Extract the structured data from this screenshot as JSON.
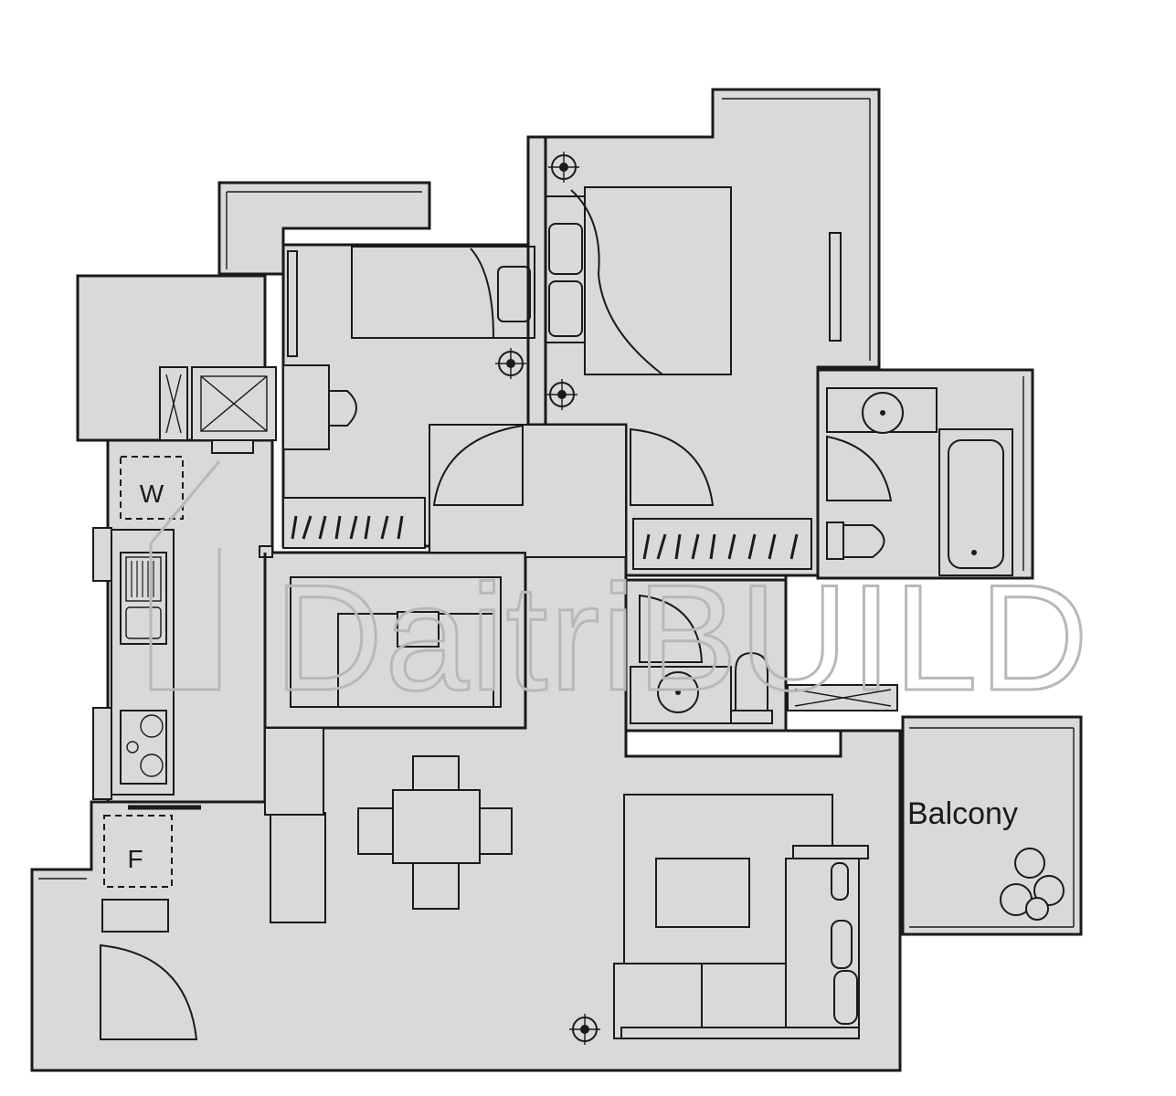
{
  "plan": {
    "labels": {
      "washer": "W",
      "fridge": "F",
      "balcony": "Balcony"
    },
    "watermark": "DaitriBUILD",
    "colors": {
      "floor": "#d9d9d9",
      "wall": "#1a1a1a",
      "watermark": "#b8b8b8"
    }
  }
}
